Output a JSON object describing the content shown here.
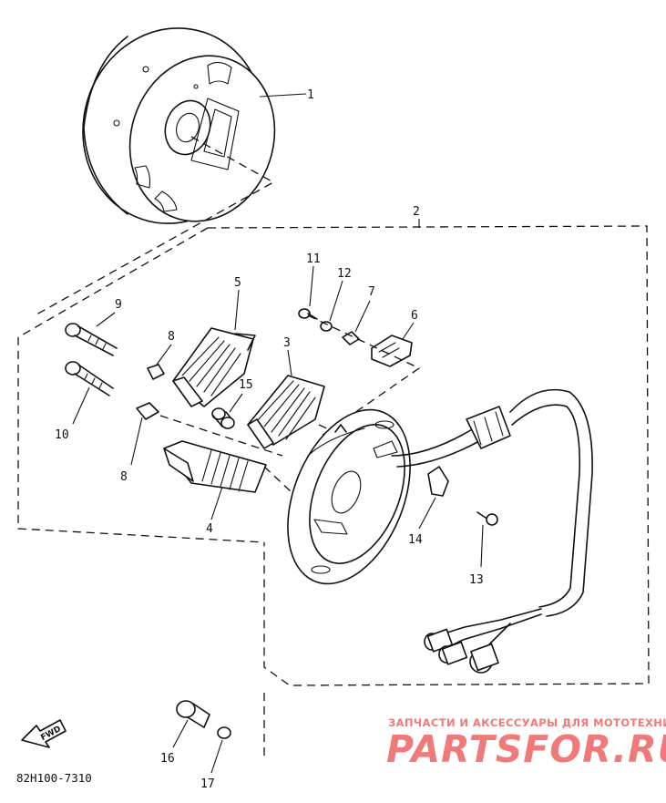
{
  "callouts": {
    "c1": "1",
    "c2": "2",
    "c3": "3",
    "c4": "4",
    "c5": "5",
    "c6": "6",
    "c7": "7",
    "c8a": "8",
    "c8b": "8",
    "c9": "9",
    "c10": "10",
    "c11": "11",
    "c12": "12",
    "c13": "13",
    "c14": "14",
    "c15": "15",
    "c16": "16",
    "c17": "17"
  },
  "direction_label": "FWD",
  "diagram_code": "82H100-7310",
  "watermark": {
    "tagline": "ЗАПЧАСТИ И АКСЕССУАРЫ ДЛЯ МОТОТЕХНИКИ",
    "brand": "PARTSFOR.RU",
    "color": "#f07a7a"
  }
}
